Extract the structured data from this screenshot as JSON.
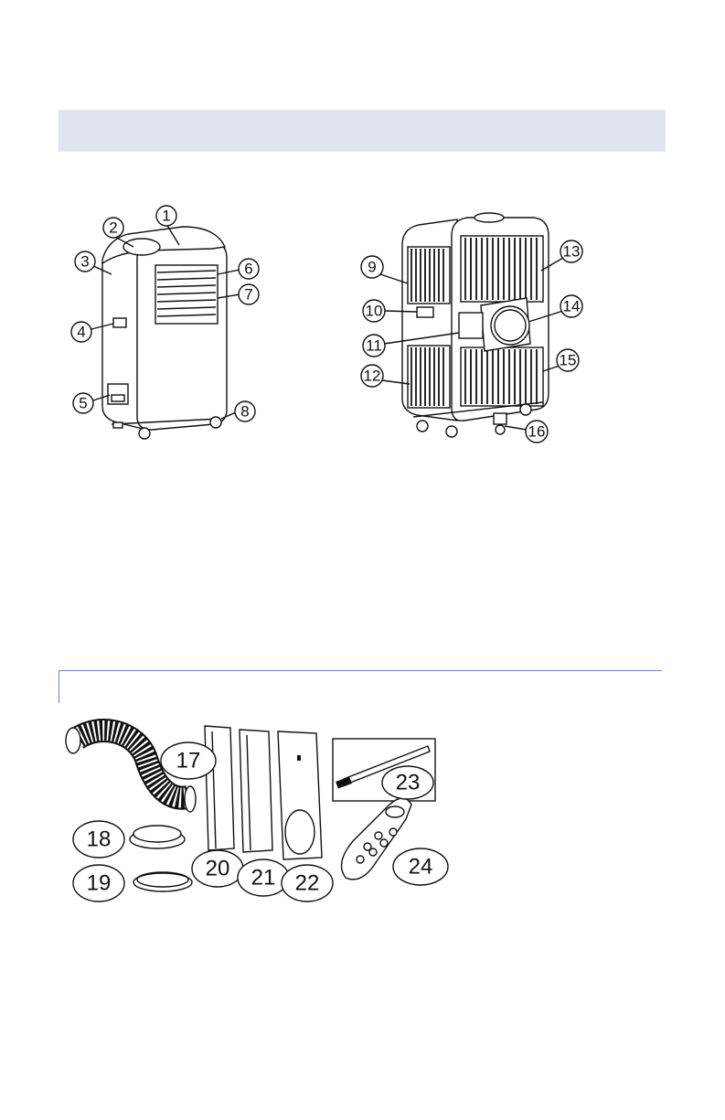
{
  "front_labels": [
    "1",
    "2",
    "3",
    "4",
    "5",
    "6",
    "7",
    "8"
  ],
  "back_labels": [
    "9",
    "10",
    "11",
    "12",
    "13",
    "14",
    "15",
    "16"
  ],
  "accessory_labels": [
    "17",
    "18",
    "19",
    "20",
    "21",
    "22",
    "23",
    "24"
  ]
}
